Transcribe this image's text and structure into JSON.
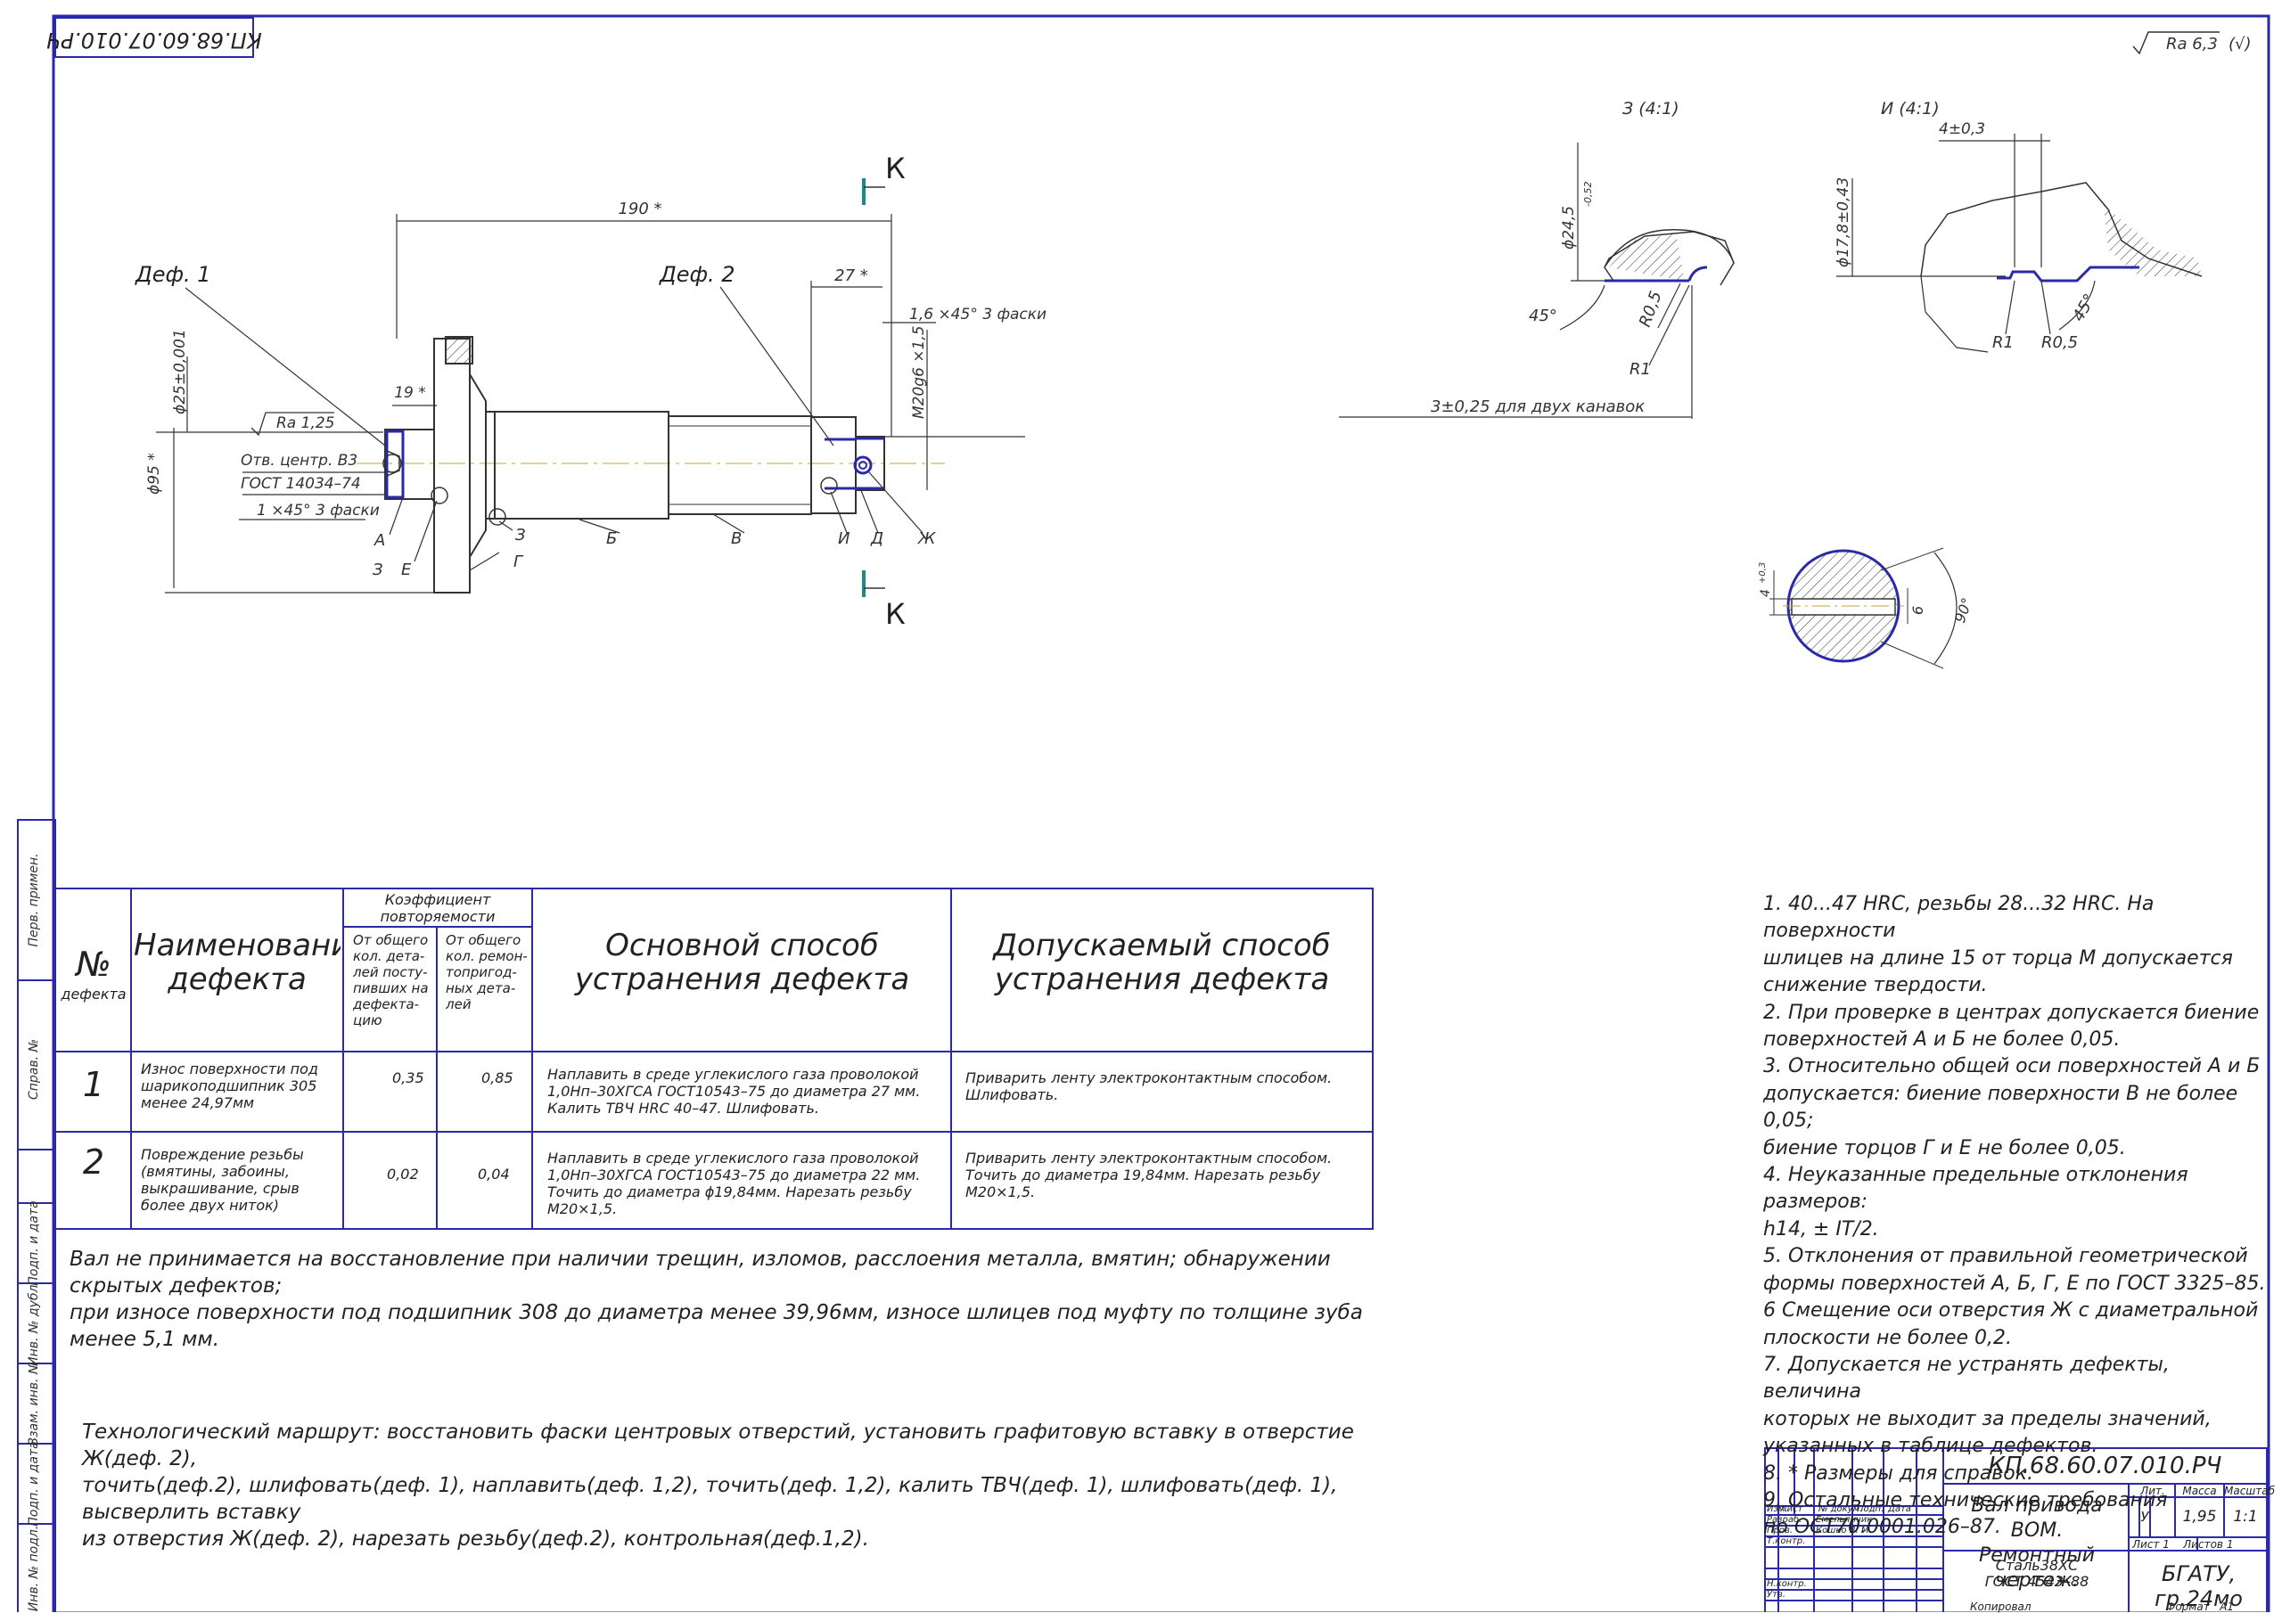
{
  "stamp": {
    "code": "КП.68.60.07.010.РЧ",
    "roughness": "Ra 6,3",
    "roughness_suffix": "(√)"
  },
  "shaft_view": {
    "section_label": "К",
    "def1": "Деф. 1",
    "def2": "Деф. 2",
    "dim_190": "190 *",
    "dim_27": "27 *",
    "dim_19": "19 *",
    "dim_chamfer_right": "1,6 ×45° 3 фаски",
    "dim_thread": "М20g6 ×1,5",
    "dim_d25": "ϕ25±0,001",
    "dim_d95": "ϕ95 *",
    "ra125": "Ra 1,25",
    "center_hole_1": "Отв. центр. В3",
    "center_hole_2": "ГОСТ 14034–74",
    "chamfer_left": "1 ×45° 3 фаски",
    "letters": {
      "a": "А",
      "z": "З",
      "e": "Е",
      "g": "Г",
      "b": "Б",
      "v": "В",
      "i": "И",
      "d": "Д",
      "zh": "Ж"
    }
  },
  "detail_z": {
    "title": "З (4:1)",
    "d": "ϕ24,5",
    "d_tol": "-0,52",
    "angle": "45°",
    "r05": "R0,5",
    "r1": "R1",
    "groove": "3±0,25 для двух канавок"
  },
  "detail_i": {
    "title": "И (4:1)",
    "width": "4±0,3",
    "d": "ϕ17,8±0,43",
    "r1": "R1",
    "r05": "R0,5",
    "angle": "45°"
  },
  "section_k": {
    "dim_4": "4",
    "dim_4_tol": "+0,3",
    "dim_6": "6",
    "angle": "90°"
  },
  "defect_table": {
    "h_no": "№",
    "h_no_sub": "дефекта",
    "h_name": "Наименование дефекта",
    "h_coef": "Коэффициент повторяемости дефекта",
    "h_coef1": "От общего кол. дета-лей посту-пивших на дефекта-цию",
    "h_coef2": "От общего кол. ремон-топригод-ных дета-лей",
    "h_main": "Основной способ устранения дефекта",
    "h_alt": "Допускаемый способ устранения дефекта",
    "rows": [
      {
        "no": "1",
        "name": "Износ поверхности под шарикоподшипник 305 менее 24,97мм",
        "c1": "0,35",
        "c2": "0,85",
        "main": "Наплавить в среде углекислого газа проволокой 1,0Нп–30ХГСА ГОСТ10543–75 до диаметра 27 мм. Калить ТВЧ HRC 40–47. Шлифовать.",
        "alt": "Приварить ленту электроконтактным способом. Шлифовать."
      },
      {
        "no": "2",
        "name": "Повреждение резьбы (вмятины, забоины, выкрашивание, срыв более двух ниток)",
        "c1": "0,02",
        "c2": "0,04",
        "main": "Наплавить в среде углекислого газа проволокой 1,0Нп–30ХГСА ГОСТ10543–75 до диаметра 22 мм. Точить до диаметра ϕ19,84мм. Нарезать резьбу М20×1,5.",
        "alt": "Приварить ленту электроконтактным способом. Точить до диаметра 19,84мм. Нарезать резьбу М20×1,5."
      }
    ]
  },
  "note_reject": [
    "Вал не принимается на восстановление при наличии трещин, изломов, расслоения металла, вмятин; обнаружении скрытых дефектов;",
    "при износе поверхности под подшипник 308 до диаметра менее 39,96мм, износе шлицев под муфту по толщине зуба менее 5,1 мм."
  ],
  "note_route": [
    "Технологический маршрут: восстановить фаски центровых отверстий, установить графитовую вставку в отверстие Ж(деф. 2),",
    "точить(деф.2), шлифовать(деф. 1), наплавить(деф. 1,2), точить(деф. 1,2), калить ТВЧ(деф. 1), шлифовать(деф. 1), высверлить вставку",
    "из отверстия Ж(деф. 2), нарезать резьбу(деф.2), контрольная(деф.1,2)."
  ],
  "tech_req": [
    "1. 40...47 HRC, резьбы 28...32 HRC. На поверхности",
    "шлицев на длине 15 от торца М допускается",
    "снижение твердости.",
    "2. При проверке в центрах допускается биение",
    "поверхностей А и Б не более 0,05.",
    "3. Относительно общей оси поверхностей А и Б",
    "допускается: биение поверхности В не более 0,05;",
    "биение торцов Г и Е не более 0,05.",
    "4. Неуказанные предельные отклонения размеров:",
    "h14, ± IT/2.",
    "5. Отклонения от правильной геометрической",
    "формы поверхностей А, Б, Г, Е по ГОСТ 3325–85.",
    "6 Смещение оси отверстия Ж с диаметральной",
    "плоскости не более 0,2.",
    "7. Допускается не устранять дефекты, величина",
    "которых не выходит за пределы значений,",
    "указанных в таблице дефектов.",
    "8. * Размеры для справок.",
    "9. Остальные технические требования",
    "по ОСТ70.0001.026–87."
  ],
  "title_block": {
    "code": "КП.68.60.07.010.РЧ",
    "name1": "Вал привода ВОМ.",
    "name2": "Ремонтный чертеж.",
    "material1": "Сталь38ХС",
    "material2": "ГОСТ 4543–88",
    "org": "БГАТУ, гр.24мо",
    "col_izm": "Изм.",
    "col_list": "Лист",
    "col_doc": "№ докум.",
    "col_sign": "Подп.",
    "col_date": "Дата",
    "role_dev": "Разраб.",
    "role_check": "Пров.",
    "role_tcontrol": "Т.контр.",
    "role_ncontrol": "Н.контр.",
    "role_approve": "Утв.",
    "name_dev": "Емельянчик",
    "name_check": "Кошко В. М.",
    "h_lit": "Лит.",
    "h_mass": "Масса",
    "h_scale": "Масштаб",
    "lit": "У",
    "mass": "1,95",
    "scale": "1:1",
    "sheet_lbl": "Лист",
    "sheet_no": "1",
    "sheets_lbl": "Листов",
    "sheets_no": "1",
    "copied": "Копировал",
    "format": "Формат",
    "format_val": "А1"
  },
  "side_strip": {
    "perv": "Перв. примен.",
    "sprav": "Справ. №",
    "podp1": "Подп. и дата",
    "inv_dubl": "Инв. № дубл.",
    "vzam": "Взам. инв. №",
    "podp2": "Подп. и дата",
    "inv_podl": "Инв. № подл."
  }
}
